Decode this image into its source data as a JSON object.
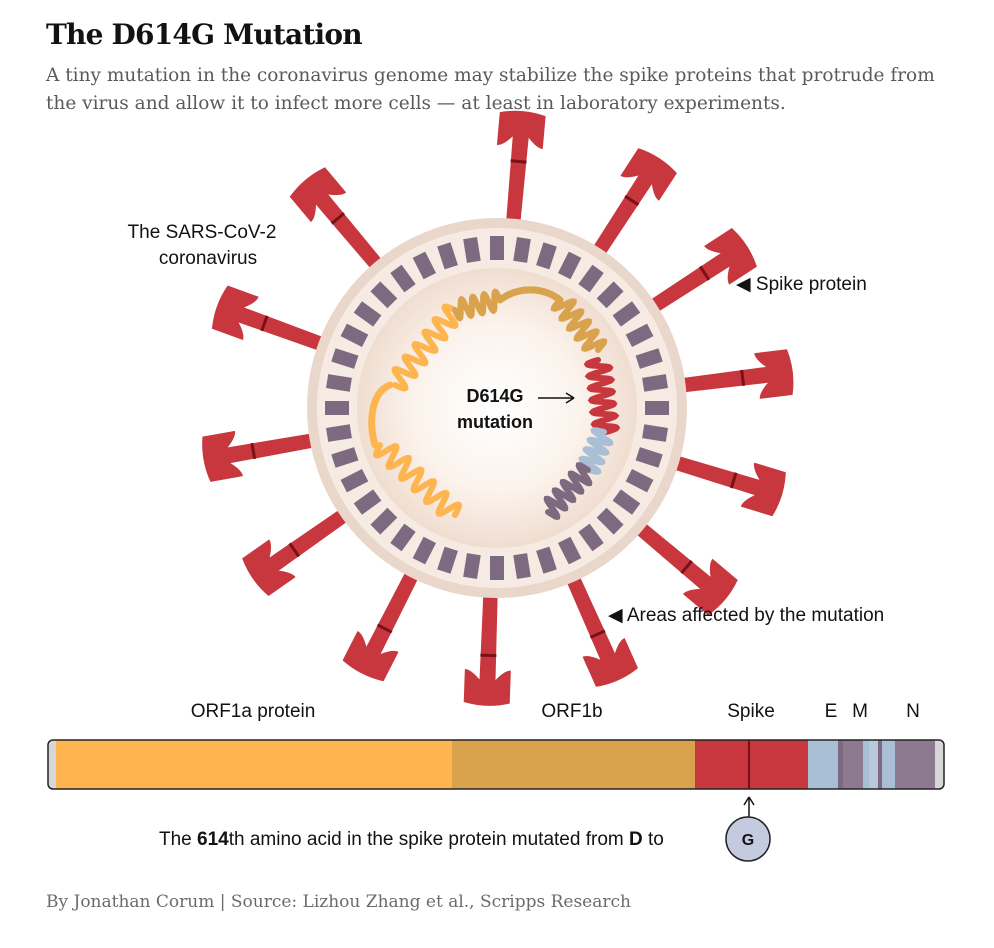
{
  "title": "The D614G Mutation",
  "subtitle": "A tiny mutation in the coronavirus genome may stabilize the spike proteins that protrude from the virus and allow it to infect more cells — at least in laboratory experiments.",
  "virus_label_line1": "The SARS-CoV-2",
  "virus_label_line2": "coronavirus",
  "spike_label": "◀ Spike protein",
  "affected_label": "◀ Areas affected by the mutation",
  "mutation_label_line1": "D614G",
  "mutation_label_line2": "mutation",
  "genome": {
    "segments": [
      {
        "name": "ORF1a protein",
        "label": "ORF1a protein"
      },
      {
        "name": "ORF1b",
        "label": "ORF1b"
      },
      {
        "name": "Spike",
        "label": "Spike"
      },
      {
        "name": "E",
        "label": "E"
      },
      {
        "name": "M",
        "label": "M"
      },
      {
        "name": "N",
        "label": "N"
      }
    ]
  },
  "footnote": {
    "prefix": "The ",
    "number": "614",
    "middle": "th amino acid in the spike protein mutated from ",
    "from_aa": "D",
    "to_word": " to",
    "to_aa": "G"
  },
  "byline": "By Jonathan Corum | Source: Lizhou Zhang et al., Scripps Research",
  "colors": {
    "spike": "#c8373e",
    "spike_band": "#7a1018",
    "envelope": "#ead7cc",
    "membrane_protein": "#7d6a80",
    "orf1a": "#ffb54f",
    "orf1b": "#d9a24c",
    "rna_blue": "#a9bfd6",
    "g_circle": "#c4cbe0"
  }
}
